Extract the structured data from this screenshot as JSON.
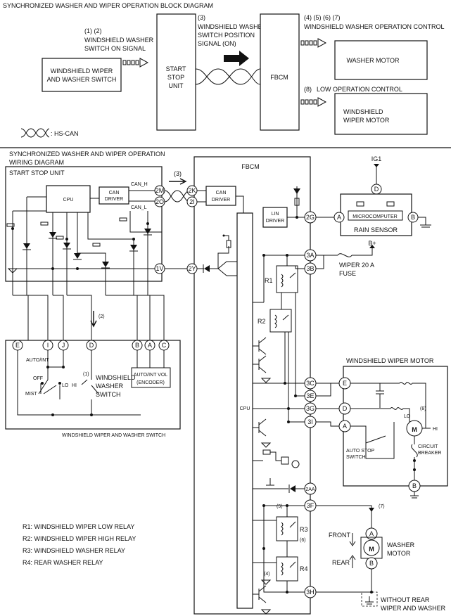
{
  "block": {
    "title": "SYNCHRONIZED WASHER AND WIPER OPERATION BLOCK DIAGRAM",
    "sig12_num": "(1) (2)",
    "sig12_l1": "WINDSHIELD WASHER",
    "sig12_l2": "SWITCH ON SIGNAL",
    "sig3_num": "(3)",
    "sig3_l1": "WINDSHIELD WASHER",
    "sig3_l2": "SWITCH POSITION",
    "sig3_l3": "SIGNAL (ON)",
    "sig4567_num": "(4) (5) (6) (7)",
    "sig4567_text": "WINDSHIELD WASHER  OPERATION CONTROL",
    "sig8_num": "(8)",
    "sig8_text": "LOW OPERATION CONTROL",
    "switch_l1": "WINDSHIELD WIPER",
    "switch_l2": "AND WASHER SWITCH",
    "ssu_l1": "START",
    "ssu_l2": "STOP",
    "ssu_l3": "UNIT",
    "fbcm": "FBCM",
    "washer_motor": "WASHER MOTOR",
    "wiper_motor_l1": "WINDSHIELD",
    "wiper_motor_l2": "WIPER MOTOR",
    "legend_hscan": ": HS-CAN"
  },
  "wiring": {
    "title_l1": "SYNCHRONIZED WASHER AND WIPER OPERATION",
    "title_l2": "WIRING DIAGRAM",
    "ssu_title": "START STOP UNIT",
    "cpu": "CPU",
    "can_driver_l1": "CAN",
    "can_driver_l2": "DRIVER",
    "can_h": "CAN_H",
    "can_l": "CAN_L",
    "sig3": "(3)",
    "sig2": "(2)",
    "fbcm_title": "FBCM",
    "lin_l1": "LIN",
    "lin_l2": "DRIVER",
    "fbcm_cpu": "CPU",
    "ig1": "IG1",
    "rain_micro": "MICROCOMPUTER",
    "rain_sensor": "RAIN SENSOR",
    "bplus": "B+",
    "fuse_l1": "WIPER 20 A",
    "fuse_l2": "FUSE",
    "r1": "R1",
    "r2": "R2",
    "r3": "R3",
    "r4": "R4",
    "wiper_motor_title": "WINDSHIELD WIPER MOTOR",
    "lo": "LO",
    "hi": "HI",
    "sig8": "(8)",
    "autostop_l1": "AUTO STOP",
    "autostop_l2": "SWITCH",
    "cb_l1": "CIRCUIT",
    "cb_l2": "BREAKER",
    "sig5": "(5)",
    "sig6": "(6)",
    "sig4": "(4)",
    "sig7": "(7)",
    "front": "FRONT",
    "rear": "REAR",
    "washer_motor_l1": "WASHER",
    "washer_motor_l2": "MOTOR",
    "motor_m": "M",
    "without_rear_l1": "WITHOUT REAR",
    "without_rear_l2": "WIPER AND WASHER",
    "sw_auto_int": "AUTO/INT",
    "sw_off": "OFF",
    "sw_lo": "LO",
    "sw_hi": "HI",
    "sw_mist": "MIST",
    "sw_sig1": "(1)",
    "sw_washer_l1": "WINDSHIELD",
    "sw_washer_l2": "WASHER",
    "sw_washer_l3": "SWITCH",
    "sw_vol_l1": "AUTO/INT VOL",
    "sw_vol_l2": "(ENCODER)",
    "sw_caption": "WINDSHIELD WIPER AND WASHER SWITCH"
  },
  "pins": {
    "p2M": "2M",
    "p2O": "2O",
    "p1V": "1V",
    "p2K": "2K",
    "p2I": "2I",
    "p2Y": "2Y",
    "p2G": "2G",
    "p3A": "3A",
    "p3B": "3B",
    "p3C": "3C",
    "p3E": "3E",
    "p3G": "3G",
    "p3I": "3I",
    "p2AA": "2AA",
    "p3F": "3F",
    "p3H": "3H",
    "rsA": "A",
    "rsB": "B",
    "rsD": "D",
    "wmE": "E",
    "wmD": "D",
    "wmA": "A",
    "wmB": "B",
    "wshA": "A",
    "wshB": "B",
    "swE": "E",
    "swI": "I",
    "swJ": "J",
    "swD": "D",
    "swB": "B",
    "swA": "A",
    "swC": "C"
  },
  "legend": {
    "r1": "R1: WINDSHIELD WIPER LOW RELAY",
    "r2": "R2: WINDSHIELD WIPER HIGH RELAY",
    "r3": "R3: WINDSHIELD WASHER RELAY",
    "r4": "R4: REAR WASHER RELAY"
  }
}
